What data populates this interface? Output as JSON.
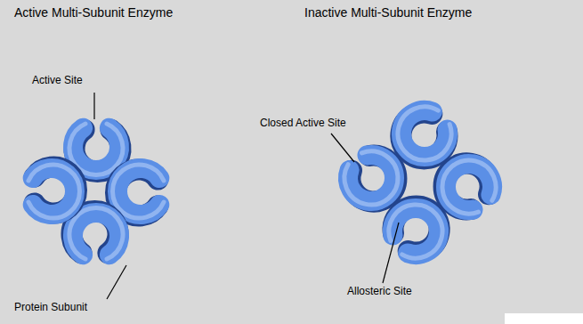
{
  "diagram": {
    "labels": [
      "Active Multi-Subunit Enzyme",
      "Inactive Multi-Subunit Enzyme",
      "Active Site",
      "Closed Active Site",
      "Allosteric Site",
      "Protein Subunit"
    ]
  }
}
